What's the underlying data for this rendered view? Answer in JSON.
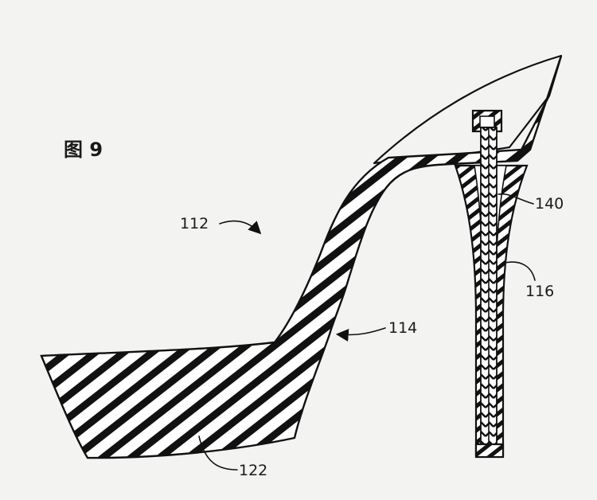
{
  "figure": {
    "label": "图 9"
  },
  "callouts": {
    "shoe": "112",
    "shank": "114",
    "heel": "116",
    "sole": "122",
    "insert": "140"
  },
  "colors": {
    "ink": "#111111",
    "paper": "#f3f3f1"
  }
}
